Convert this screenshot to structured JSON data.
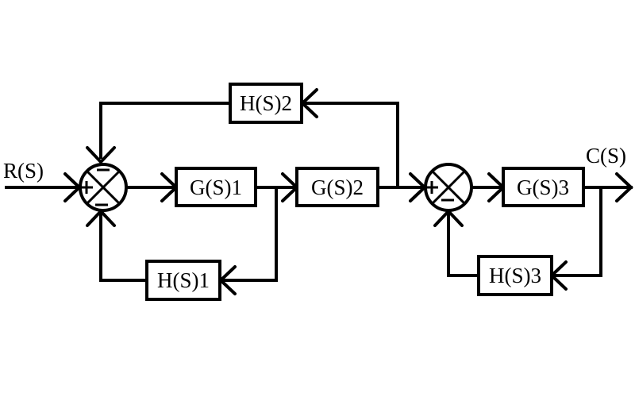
{
  "input_label": "R(S)",
  "output_label": "C(S)",
  "blocks": {
    "g1": "G(S)1",
    "g2": "G(S)2",
    "g3": "G(S)3",
    "h1": "H(S)1",
    "h2": "H(S)2",
    "h3": "H(S)3"
  },
  "summing_junctions": [
    {
      "id": "sum1",
      "signs": {
        "left": "+",
        "top": "-",
        "bottom": "-"
      }
    },
    {
      "id": "sum2",
      "signs": {
        "left": "+",
        "bottom": "-"
      }
    }
  ]
}
